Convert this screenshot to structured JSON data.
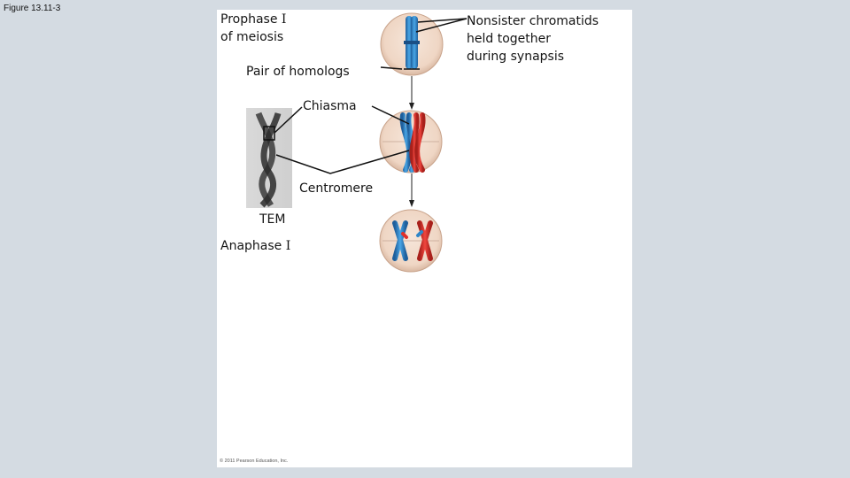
{
  "figure_label": "Figure 13.11-3",
  "labels": {
    "prophase_line1": "Prophase",
    "prophase_numeral": "I",
    "prophase_line2": "of meiosis",
    "pair_of_homologs": "Pair of homologs",
    "chiasma": "Chiasma",
    "centromere": "Centromere",
    "tem": "TEM",
    "anaphase": "Anaphase",
    "anaphase_numeral": "I",
    "nonsister_line1": "Nonsister chromatids",
    "nonsister_line2": "held together",
    "nonsister_line3": "during synapsis"
  },
  "copyright": "© 2011 Pearson Education, Inc.",
  "colors": {
    "background": "#d4dbe2",
    "panel": "#ffffff",
    "cell_fill": "#f2dccc",
    "homolog_blue": "#2e86c8",
    "homolog_red": "#e0302a",
    "leader_line": "#111111"
  }
}
